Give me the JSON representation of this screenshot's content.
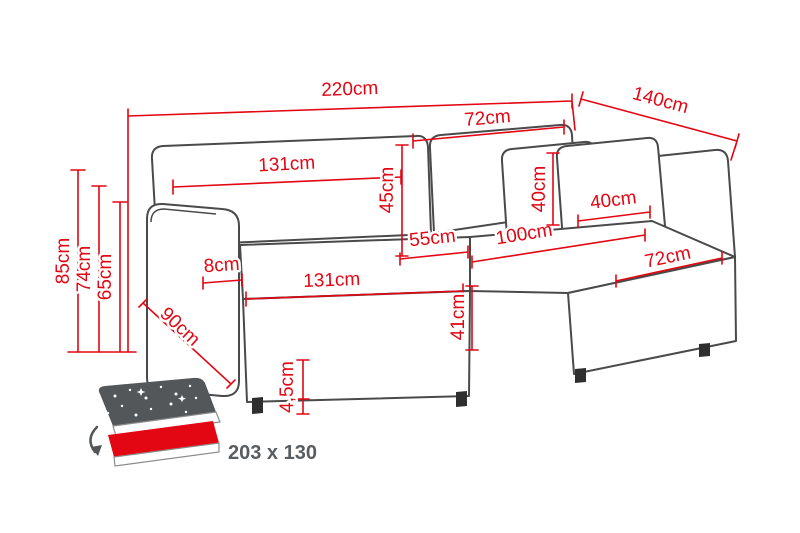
{
  "diagram": {
    "type": "corner-sofa-dimension-diagram",
    "colors": {
      "dimension_red": "#e30613",
      "outline_gray": "#4a4a4a",
      "icon_gray": "#54575a"
    },
    "labels": {
      "total_width": "220cm",
      "total_depth": "140cm",
      "back_cushion_width": "72cm",
      "backrest_width": "131cm",
      "backrest_height": "45cm",
      "height_total": "85cm",
      "height_armrest": "74cm",
      "height_seatback": "65cm",
      "armrest_width": "8cm",
      "seat_depth": "55cm",
      "chaise_length": "100cm",
      "pillow_height": "40cm",
      "pillow_width": "40cm",
      "chaise_width": "72cm",
      "seat_width": "131cm",
      "seat_height": "41cm",
      "side_depth": "90cm",
      "leg_height": "4,5cm",
      "sleeping_area": "203 x 130"
    }
  }
}
